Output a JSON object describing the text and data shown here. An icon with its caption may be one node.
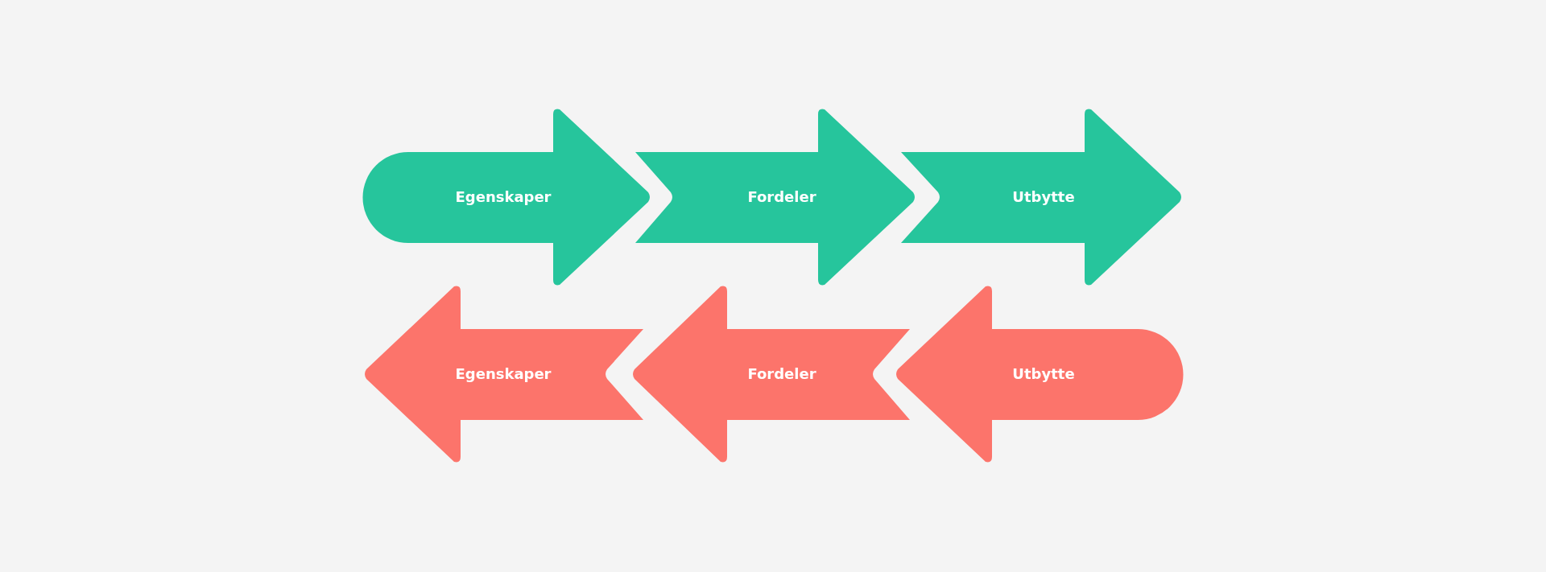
{
  "diagram": {
    "nodes": [
      {
        "text": [
          "Egenskaper"
        ]
      },
      {
        "text": [
          "Fordeler"
        ]
      },
      {
        "text": [
          "Utbytte"
        ]
      },
      {
        "text": [
          "Egenskaper"
        ]
      },
      {
        "text": [
          "Fordeler"
        ]
      },
      {
        "text": [
          "Utbytte"
        ]
      }
    ]
  }
}
